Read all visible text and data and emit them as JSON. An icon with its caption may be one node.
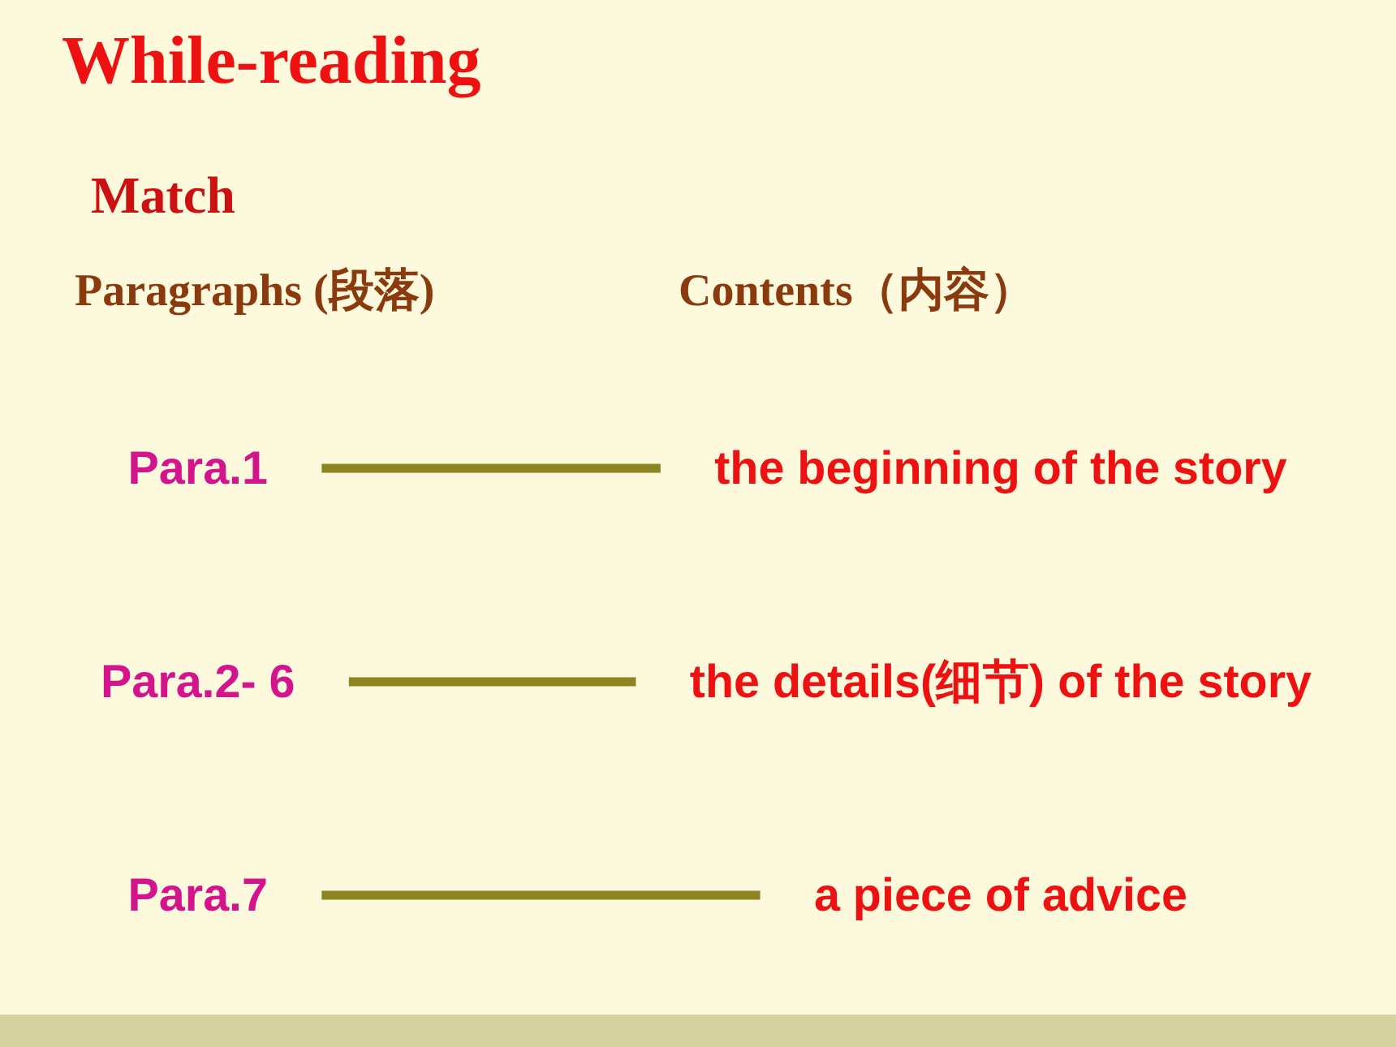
{
  "diagram": {
    "title": "While-reading",
    "nodes": [
      {
        "text": [
          "Para.1"
        ]
      },
      {
        "text": [
          "Para.2- 6"
        ]
      },
      {
        "text": [
          "Para.7"
        ]
      },
      {
        "text": [
          "the beginning of the story"
        ]
      },
      {
        "text": [
          "a piece of advice"
        ]
      },
      {
        "text": [
          "the details(细节) of the story"
        ]
      }
    ],
    "edges": [
      {
        "from": 0,
        "to": 3,
        "arrow": "none"
      },
      {
        "from": 1,
        "to": 5,
        "arrow": "none"
      },
      {
        "from": 2,
        "to": 4,
        "arrow": "none"
      }
    ],
    "labels": [
      "Match",
      "Paragraphs (段落)",
      "Contents（内容）"
    ]
  }
}
